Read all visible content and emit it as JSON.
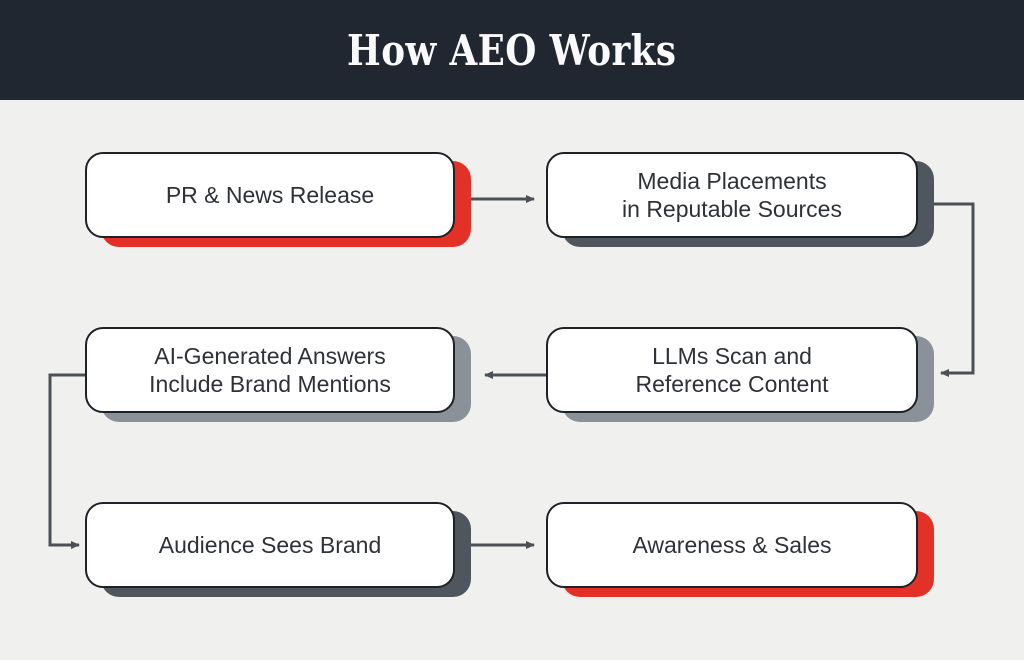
{
  "header": {
    "title": "How AEO Works"
  },
  "colors": {
    "page_background": "#f0f0ee",
    "header_background": "#202731",
    "header_text": "#fafafa",
    "box_background": "#ffffff",
    "box_border": "#1e2126",
    "box_text": "#2e3237",
    "connector": "#4b5056",
    "shadow_red": "#e43128",
    "shadow_dark": "#50565e",
    "shadow_gray": "#8b9199"
  },
  "flow": {
    "nodes": [
      {
        "id": "pr-news-release",
        "lines": [
          "PR & News Release"
        ],
        "shadow": "red"
      },
      {
        "id": "media-placements",
        "lines": [
          "Media Placements",
          "in Reputable Sources"
        ],
        "shadow": "dark"
      },
      {
        "id": "ai-generated-answers",
        "lines": [
          "AI-Generated Answers",
          "Include Brand Mentions"
        ],
        "shadow": "gray"
      },
      {
        "id": "llms-scan",
        "lines": [
          "LLMs Scan and",
          "Reference Content"
        ],
        "shadow": "gray"
      },
      {
        "id": "audience-sees-brand",
        "lines": [
          "Audience Sees Brand"
        ],
        "shadow": "dark"
      },
      {
        "id": "awareness-sales",
        "lines": [
          "Awareness & Sales"
        ],
        "shadow": "red"
      }
    ],
    "edges": [
      {
        "from": "pr-news-release",
        "to": "media-placements"
      },
      {
        "from": "media-placements",
        "to": "llms-scan"
      },
      {
        "from": "llms-scan",
        "to": "ai-generated-answers"
      },
      {
        "from": "ai-generated-answers",
        "to": "audience-sees-brand"
      },
      {
        "from": "audience-sees-brand",
        "to": "awareness-sales"
      }
    ]
  }
}
